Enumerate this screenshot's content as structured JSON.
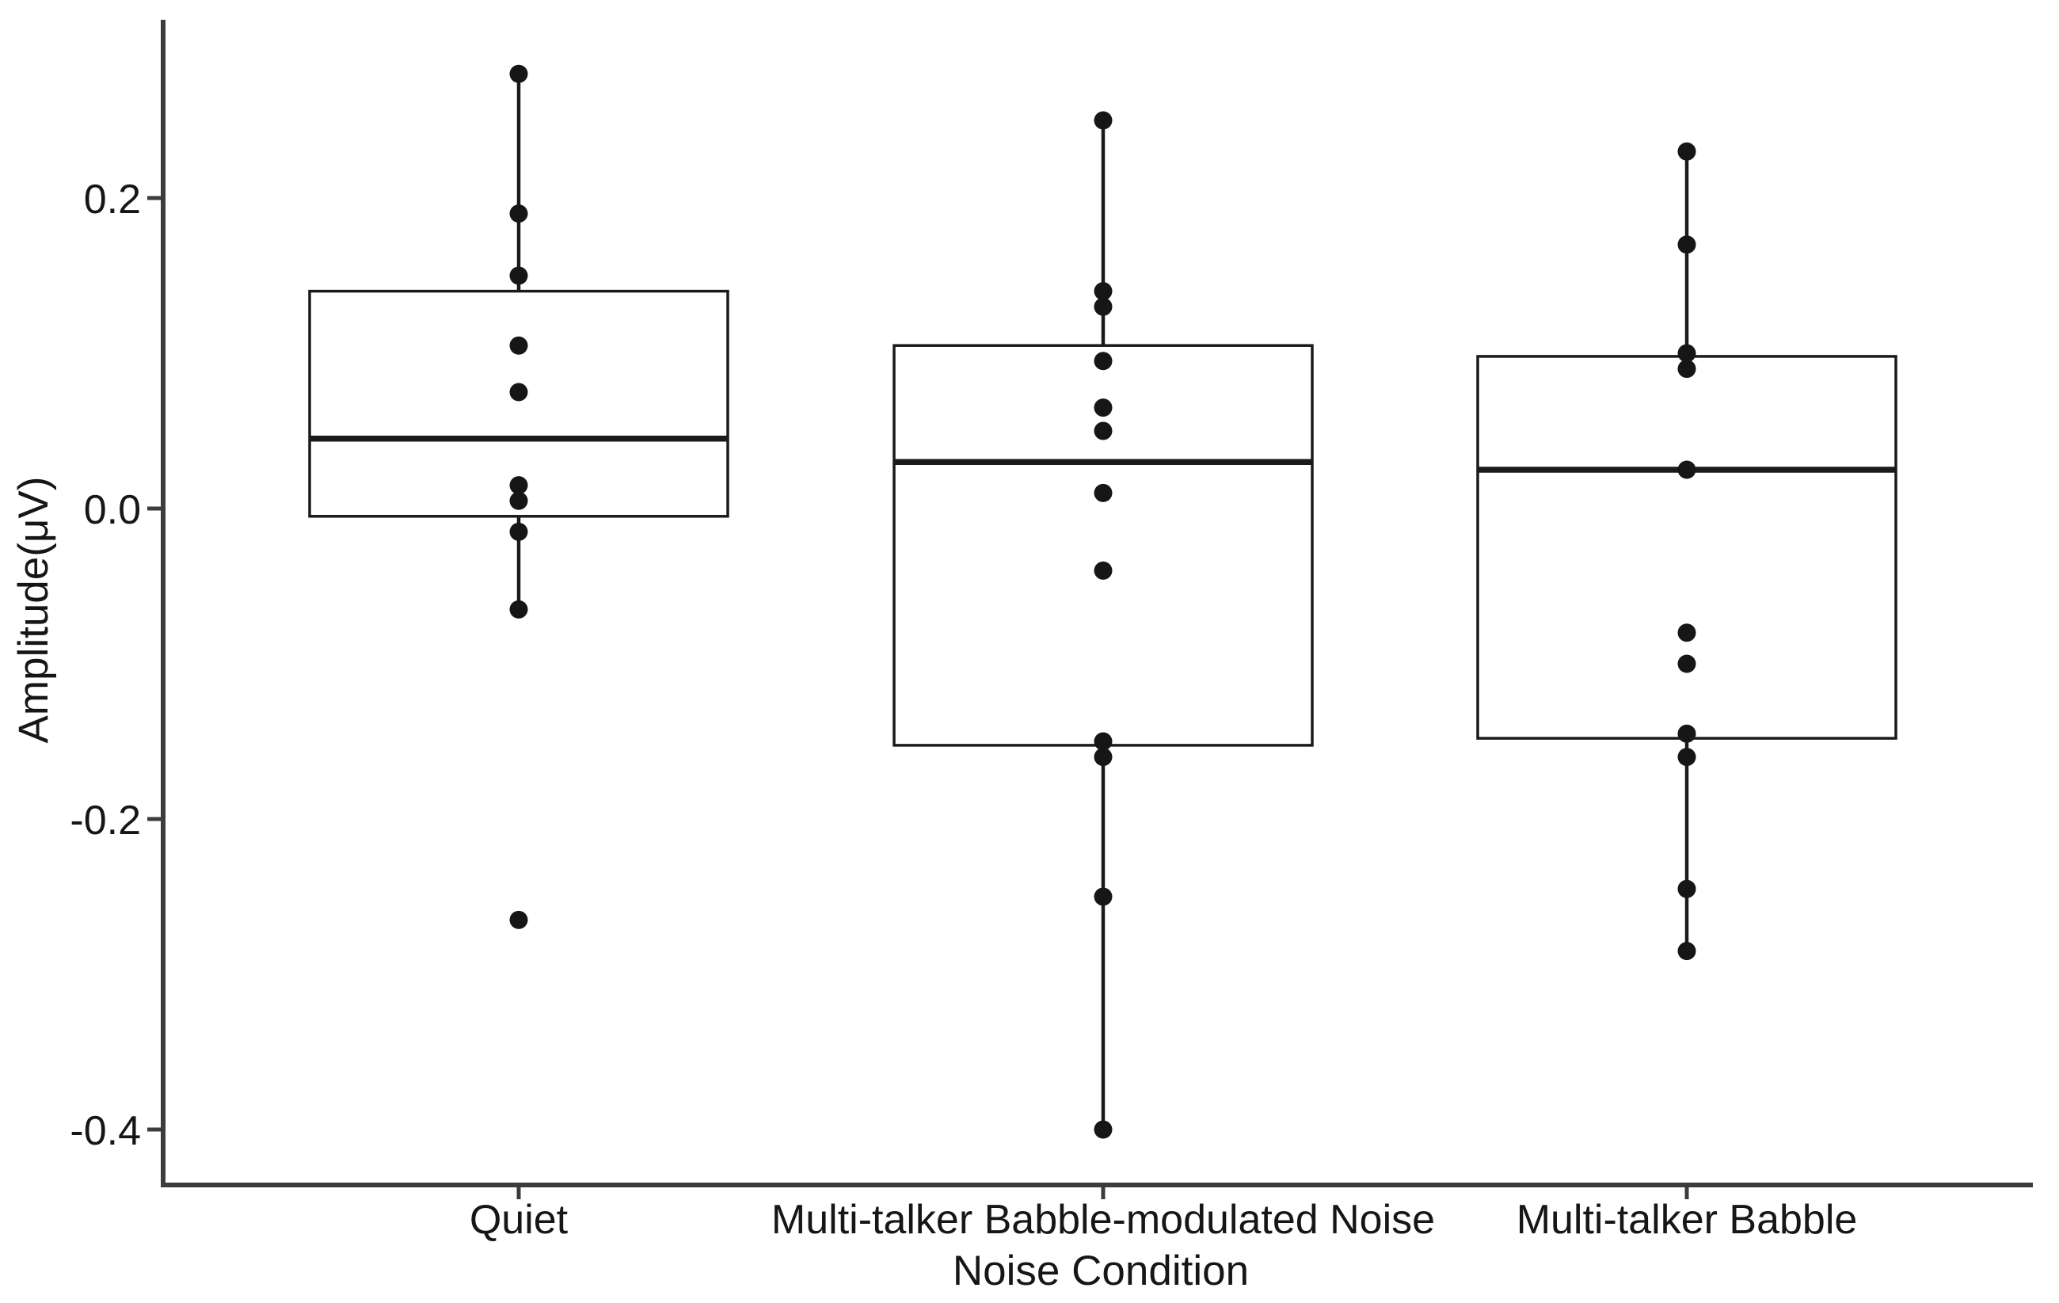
{
  "colors": {
    "ink": "#161616",
    "axis_line": "#3c3c3c",
    "box_stroke": "#1a1a1a",
    "background": "#ffffff"
  },
  "chart_data": {
    "type": "boxplot",
    "title": "",
    "xlabel": "Noise Condition",
    "ylabel": "Amplitude(μV)",
    "ylim": [
      -0.44,
      0.32
    ],
    "grid": "off",
    "legend": "none",
    "yticks": [
      {
        "value": 0.2,
        "label": "0.2"
      },
      {
        "value": 0.0,
        "label": "0.0"
      },
      {
        "value": -0.2,
        "label": "-0.2"
      },
      {
        "value": -0.4,
        "label": "-0.4"
      }
    ],
    "categories": [
      "Quiet",
      "Multi-talker Babble-modulated Noise",
      "Multi-talker Babble"
    ],
    "series": [
      {
        "category": "Quiet",
        "whisker_low": -0.065,
        "q1": -0.005,
        "median": 0.045,
        "q3": 0.14,
        "whisker_high": 0.28,
        "points": [
          0.28,
          0.19,
          0.15,
          0.105,
          0.075,
          0.015,
          0.005,
          -0.015,
          -0.065
        ],
        "outliers": [
          -0.265
        ]
      },
      {
        "category": "Multi-talker Babble-modulated Noise",
        "whisker_low": -0.4,
        "q1": -0.1525,
        "median": 0.03,
        "q3": 0.105,
        "whisker_high": 0.25,
        "points": [
          0.25,
          0.14,
          0.13,
          0.095,
          0.065,
          0.05,
          0.01,
          -0.04,
          -0.15,
          -0.16,
          -0.25,
          -0.4
        ],
        "outliers": []
      },
      {
        "category": "Multi-talker Babble",
        "whisker_low": -0.285,
        "q1": -0.148,
        "median": 0.025,
        "q3": 0.098,
        "whisker_high": 0.23,
        "points": [
          0.23,
          0.17,
          0.1,
          0.09,
          0.025,
          -0.08,
          -0.1,
          -0.145,
          -0.16,
          -0.245,
          -0.285
        ],
        "outliers": []
      }
    ]
  }
}
